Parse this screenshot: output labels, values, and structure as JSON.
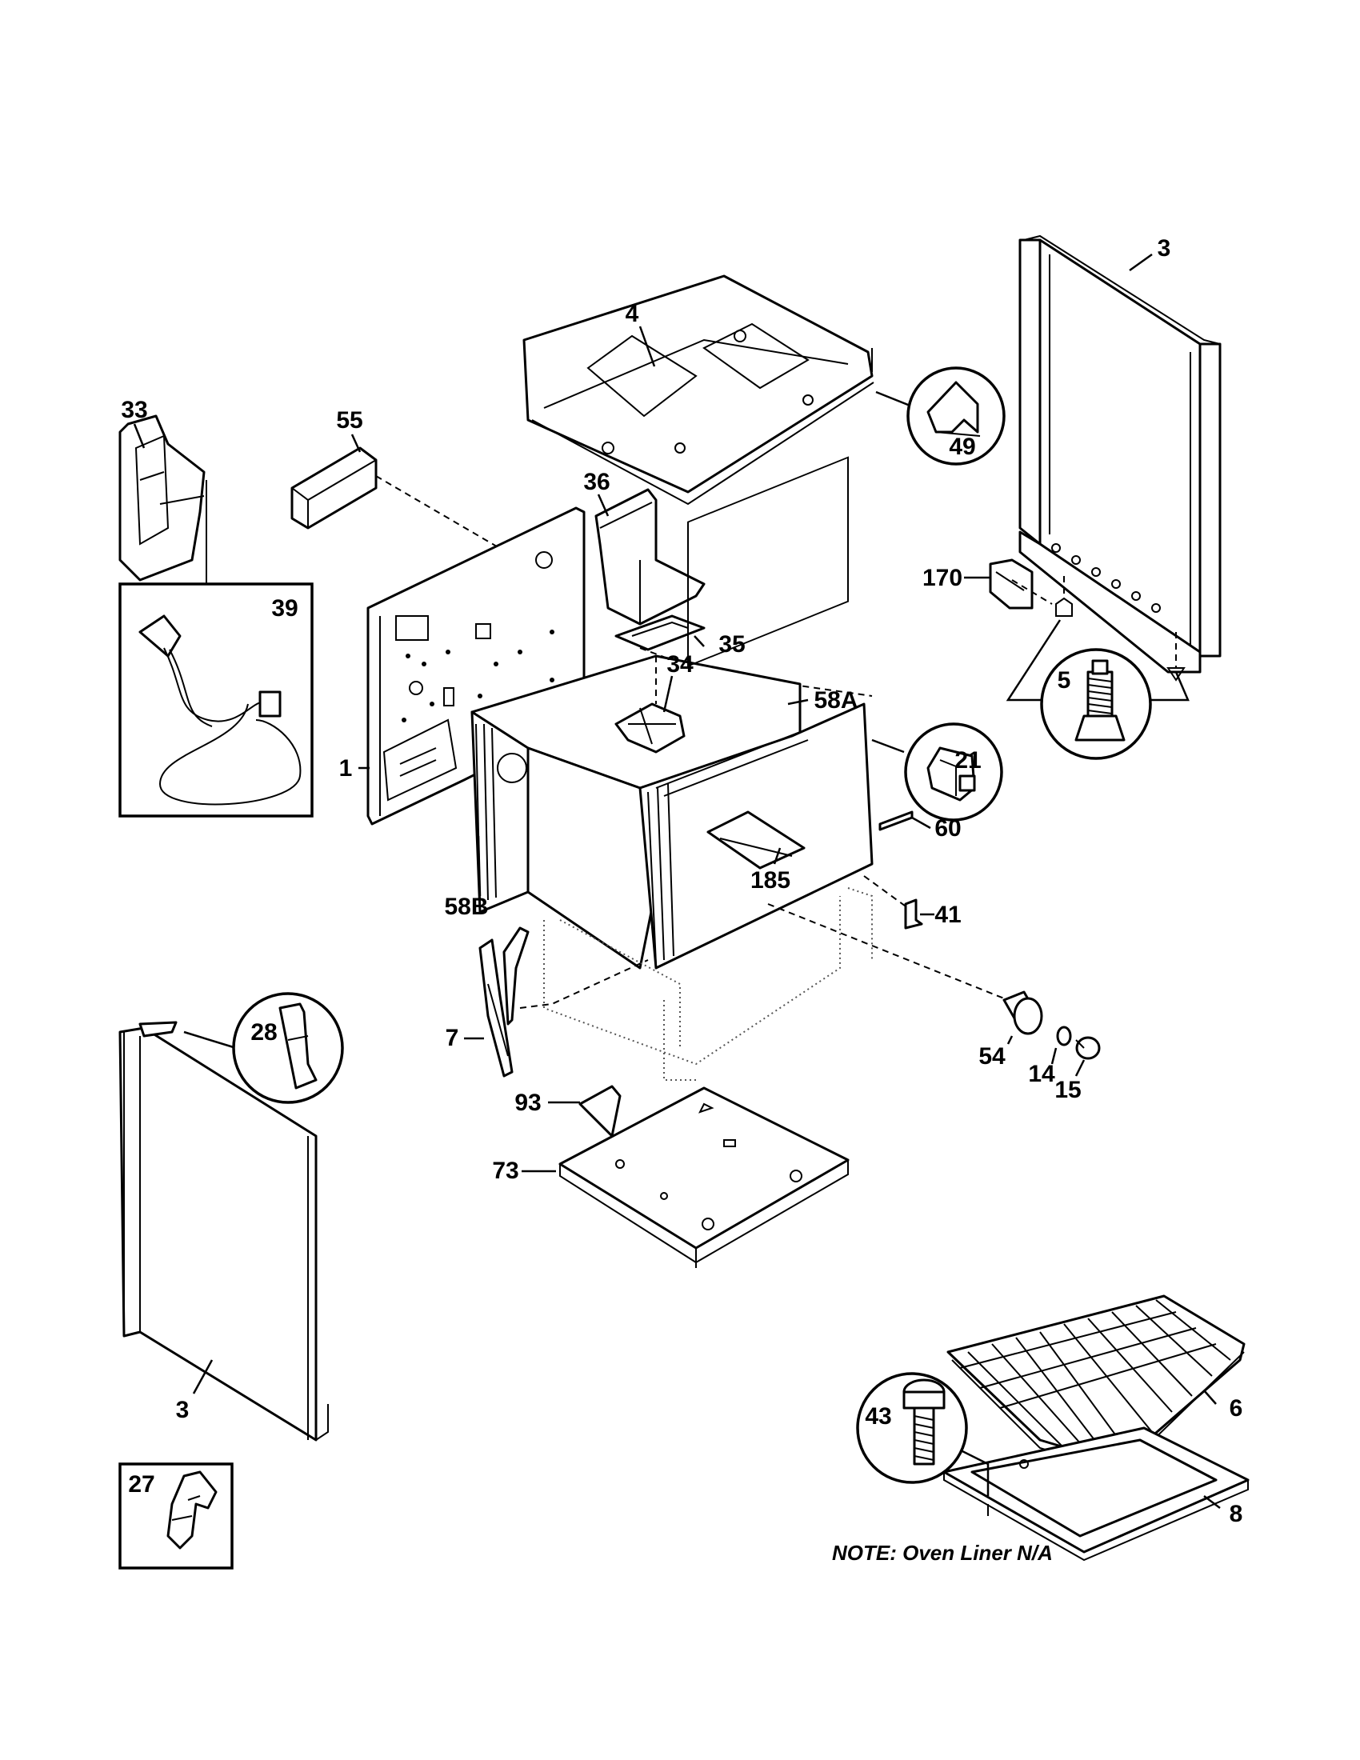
{
  "labels": {
    "p1": "1",
    "p3_top": "3",
    "p3_side": "3",
    "p4": "4",
    "p5": "5",
    "p6": "6",
    "p7": "7",
    "p8": "8",
    "p14": "14",
    "p15": "15",
    "p21": "21",
    "p27": "27",
    "p28": "28",
    "p33": "33",
    "p34": "34",
    "p35": "35",
    "p36": "36",
    "p39": "39",
    "p41": "41",
    "p43": "43",
    "p49": "49",
    "p54": "54",
    "p55": "55",
    "p58a": "58A",
    "p58b": "58B",
    "p60": "60",
    "p73": "73",
    "p93": "93",
    "p170": "170",
    "p185": "185"
  },
  "note": "NOTE: Oven Liner N/A"
}
